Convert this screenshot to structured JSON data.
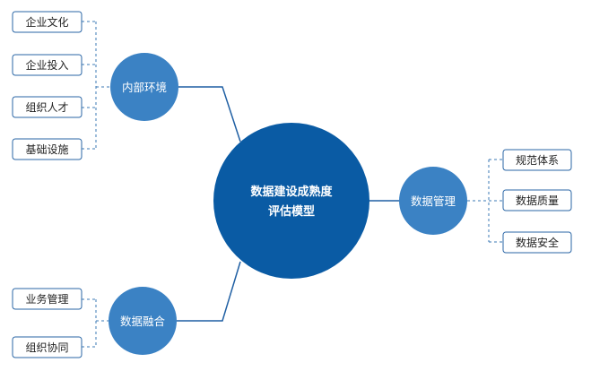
{
  "center": {
    "line1": "数据建设成熟度",
    "line2": "评估模型"
  },
  "branches": {
    "neibu": {
      "label": "内部环境",
      "items": [
        "企业文化",
        "企业投入",
        "组织人才",
        "基础设施"
      ]
    },
    "rongshe": {
      "label": "数据融合",
      "items": [
        "业务管理",
        "组织协同"
      ]
    },
    "guanli": {
      "label": "数据管理",
      "items": [
        "规范体系",
        "数据质量",
        "数据安全"
      ]
    }
  },
  "colors": {
    "center": "#0a5ba4",
    "branch": "#3b82c4",
    "line": "#1f5fa3",
    "box_border": "#2a66a6",
    "dash": "#3b78b5"
  }
}
